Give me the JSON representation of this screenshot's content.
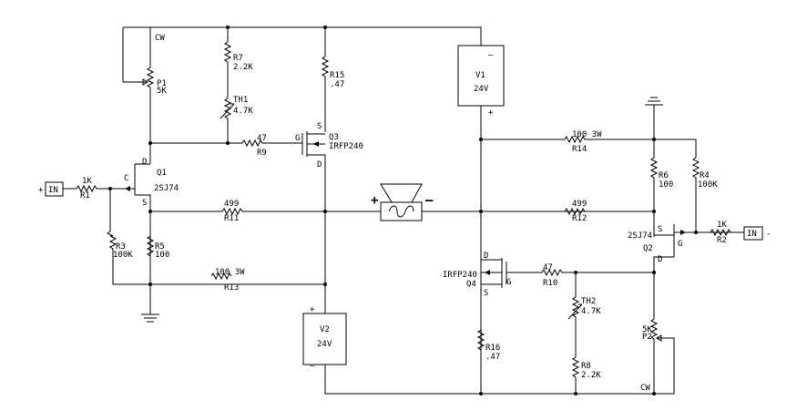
{
  "labels": {
    "R1": "R1",
    "R1_val": "1K",
    "R2": "R2",
    "R2_val": "1K",
    "R3": "R3",
    "R3_val": "100K",
    "R4": "R4",
    "R4_val": "100K",
    "R5": "R5",
    "R5_val": "100",
    "R6": "R6",
    "R6_val": "100",
    "R7": "R7",
    "R7_val": "2.2K",
    "R8": "R8",
    "R8_val": "2.2K",
    "R9": "R9",
    "R9_val": "47",
    "R10": "R10",
    "R10_val": "47",
    "R11": "R11",
    "R11_val": "499",
    "R12": "R12",
    "R12_val": "499",
    "R13": "R13",
    "R13_val": "100 3W",
    "R14": "R14",
    "R14_val": "100 3W",
    "R15": "R15",
    "R15_val": ".47",
    "R16": "R16",
    "R16_val": ".47",
    "TH1": "TH1",
    "TH1_val": "4.7K",
    "TH2": "TH2",
    "TH2_val": "4.7K",
    "P1": "P1",
    "P1_val": "5K",
    "P1_cw": "CW",
    "P2": "P2",
    "P2_val": "5K",
    "P2_cw": "CW",
    "Q1": "Q1",
    "Q1_part": "2SJ74",
    "Q2": "Q2",
    "Q2_part": "2SJ74",
    "Q3": "Q3",
    "Q3_part": "IRFP240",
    "Q4": "Q4",
    "Q4_part": "IRFP240",
    "V1": "V1",
    "V1_val": "24V",
    "V2": "V2",
    "V2_val": "24V",
    "in1": "IN",
    "in1_sign": "+",
    "in2": "IN",
    "in2_sign": "-",
    "spk_plus": "+",
    "spk_minus": "–",
    "v1_minus": "–",
    "v1_plus": "+",
    "v2_plus": "+",
    "v2_minus": "–",
    "pin_D": "D",
    "pin_S": "S",
    "pin_G": "G",
    "pin_C": "C"
  }
}
